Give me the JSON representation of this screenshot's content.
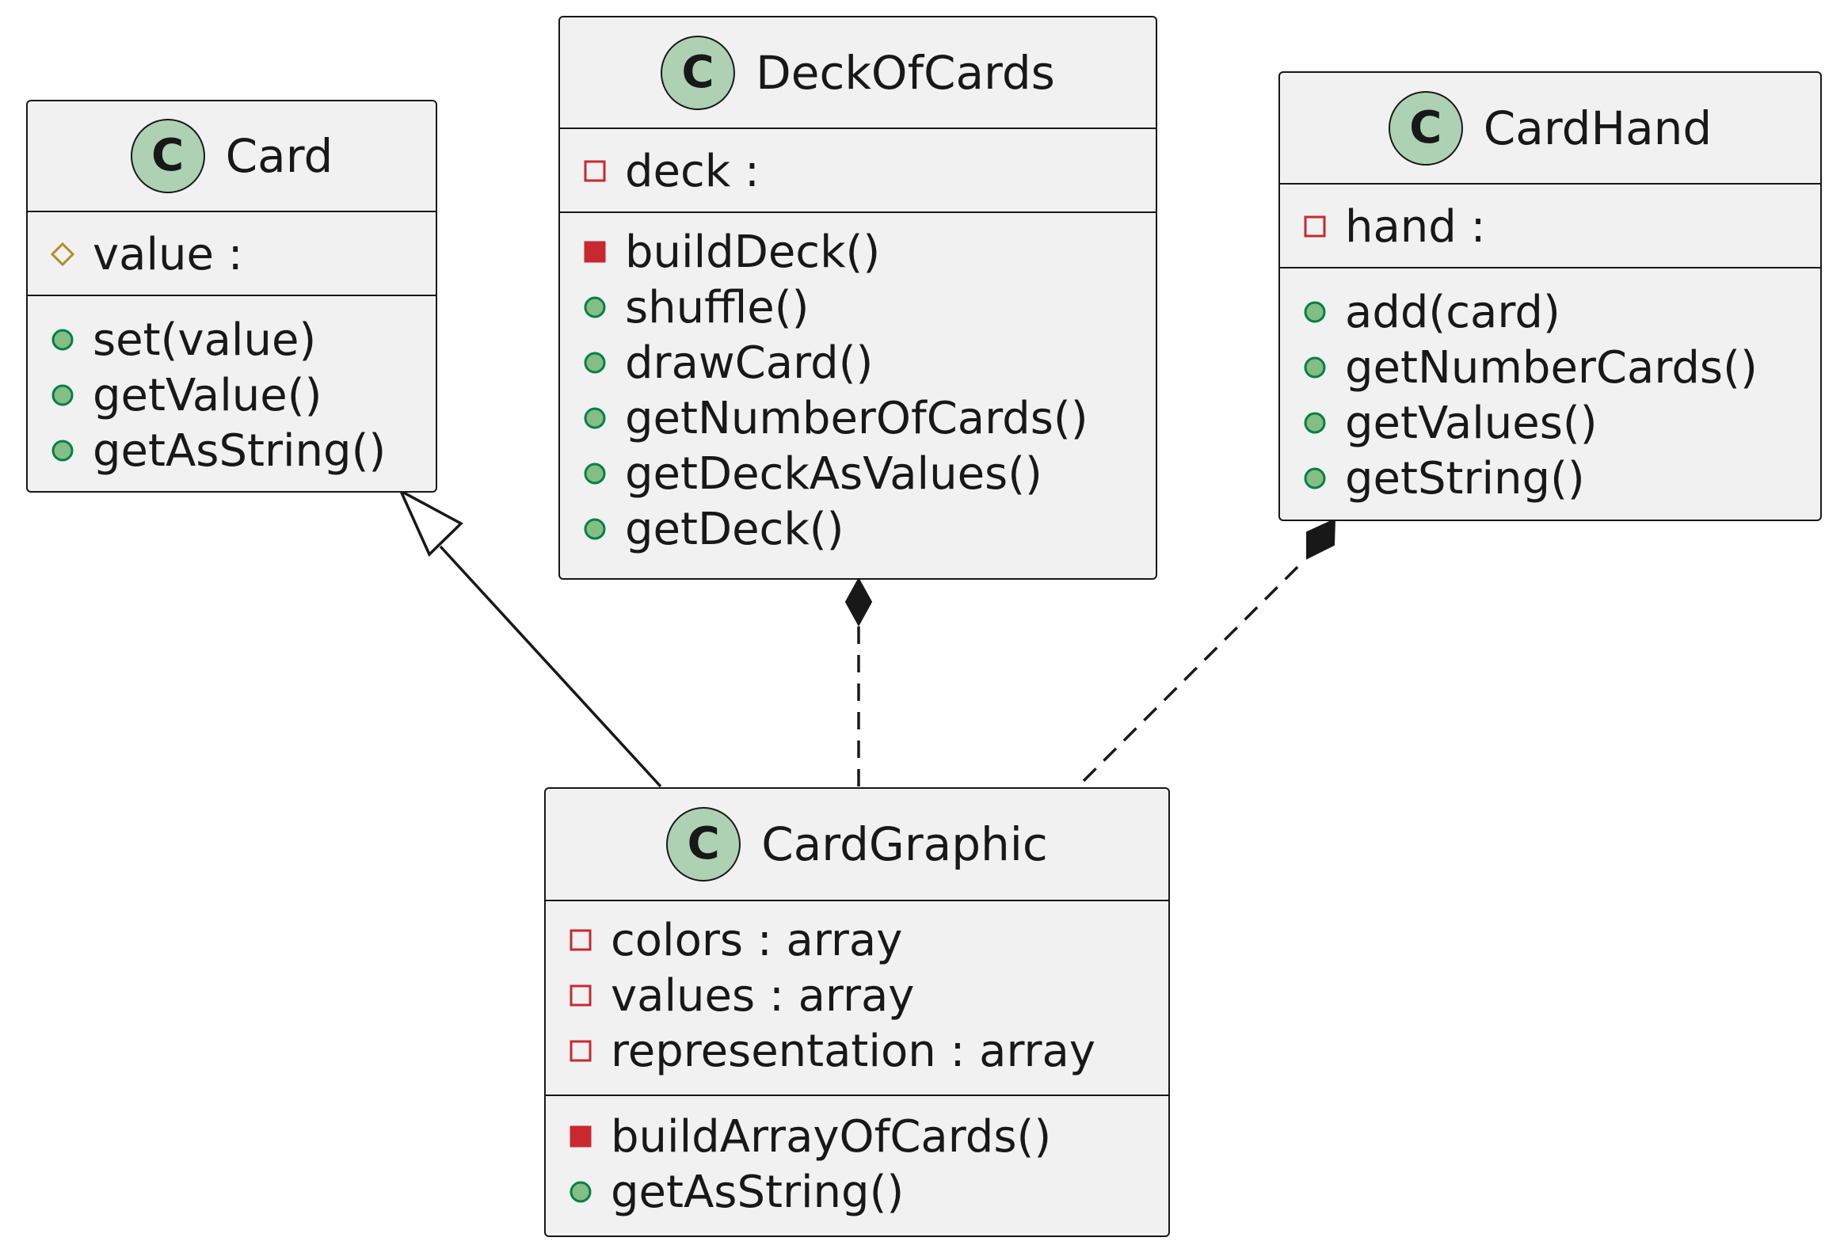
{
  "classes": {
    "card": {
      "name": "Card",
      "badge": "C",
      "attributes": [
        {
          "visibility": "protected",
          "text": "value :"
        }
      ],
      "methods": [
        {
          "visibility": "public",
          "text": "set(value)"
        },
        {
          "visibility": "public",
          "text": "getValue()"
        },
        {
          "visibility": "public",
          "text": "getAsString()"
        }
      ]
    },
    "deck_of_cards": {
      "name": "DeckOfCards",
      "badge": "C",
      "attributes": [
        {
          "visibility": "private",
          "text": "deck :"
        }
      ],
      "methods": [
        {
          "visibility": "private-method",
          "text": "buildDeck()"
        },
        {
          "visibility": "public",
          "text": "shuffle()"
        },
        {
          "visibility": "public",
          "text": "drawCard()"
        },
        {
          "visibility": "public",
          "text": "getNumberOfCards()"
        },
        {
          "visibility": "public",
          "text": "getDeckAsValues()"
        },
        {
          "visibility": "public",
          "text": "getDeck()"
        }
      ]
    },
    "card_hand": {
      "name": "CardHand",
      "badge": "C",
      "attributes": [
        {
          "visibility": "private",
          "text": "hand :"
        }
      ],
      "methods": [
        {
          "visibility": "public",
          "text": "add(card)"
        },
        {
          "visibility": "public",
          "text": "getNumberCards()"
        },
        {
          "visibility": "public",
          "text": "getValues()"
        },
        {
          "visibility": "public",
          "text": "getString()"
        }
      ]
    },
    "card_graphic": {
      "name": "CardGraphic",
      "badge": "C",
      "attributes": [
        {
          "visibility": "private",
          "text": "colors : array"
        },
        {
          "visibility": "private",
          "text": "values : array"
        },
        {
          "visibility": "private",
          "text": "representation : array"
        }
      ],
      "methods": [
        {
          "visibility": "private-method",
          "text": "buildArrayOfCards()"
        },
        {
          "visibility": "public",
          "text": "getAsString()"
        }
      ]
    }
  },
  "relations": [
    {
      "type": "inheritance",
      "from": "CardGraphic",
      "to": "Card"
    },
    {
      "type": "composition",
      "from": "CardGraphic",
      "to": "DeckOfCards"
    },
    {
      "type": "composition",
      "from": "CardGraphic",
      "to": "CardHand"
    }
  ],
  "colors": {
    "box_fill": "#f1f1f1",
    "stroke": "#181818",
    "badge_fill": "#add1b2",
    "public_fill": "#84be84",
    "public_stroke": "#038048",
    "private_fill": "#c82930",
    "protected_stroke": "#b38d22"
  }
}
